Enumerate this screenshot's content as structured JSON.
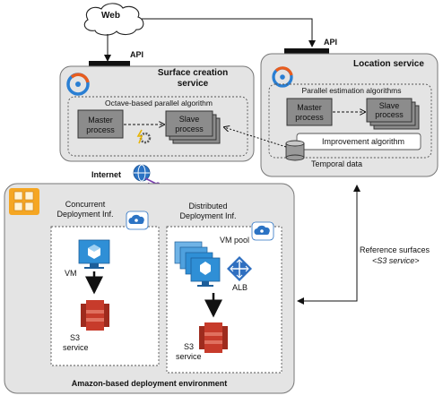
{
  "web": {
    "label": "Web"
  },
  "api": {
    "left_label": "API",
    "right_label": "API"
  },
  "surface_service": {
    "title_line1": "Surface creation",
    "title_line2": "service",
    "inner_title": "Octave-based parallel algorithm",
    "master_line1": "Master",
    "master_line2": "process",
    "slave_line1": "Slave",
    "slave_line2": "process"
  },
  "location_service": {
    "title": "Location service",
    "inner_title": "Parallel estimation algorithms",
    "master_line1": "Master",
    "master_line2": "process",
    "slave_line1": "Slave",
    "slave_line2": "process",
    "improvement": "Improvement algorithm",
    "temporal": "Temporal data"
  },
  "internet": {
    "label": "Internet"
  },
  "reference": {
    "line1": "Reference surfaces",
    "line2": "<S3 service>"
  },
  "amazon": {
    "footer": "Amazon-based deployment environment",
    "concurrent_line1": "Concurrent",
    "concurrent_line2": "Deployment Inf.",
    "distributed_line1": "Distributed",
    "distributed_line2": "Deployment Inf.",
    "vm": "VM",
    "s3_left_line1": "S3",
    "s3_left_line2": "service",
    "vm_pool": "VM pool",
    "alb": "ALB",
    "s3_right_line1": "S3",
    "s3_right_line2": "service"
  },
  "colors": {
    "box_fill": "#e4e4e4",
    "process_fill": "#8c8c8c",
    "vm_blue": "#2f8fd6",
    "s3_red": "#c73b2b",
    "aws_orange": "#f5a623",
    "cloud_blue": "#2b73c4"
  }
}
